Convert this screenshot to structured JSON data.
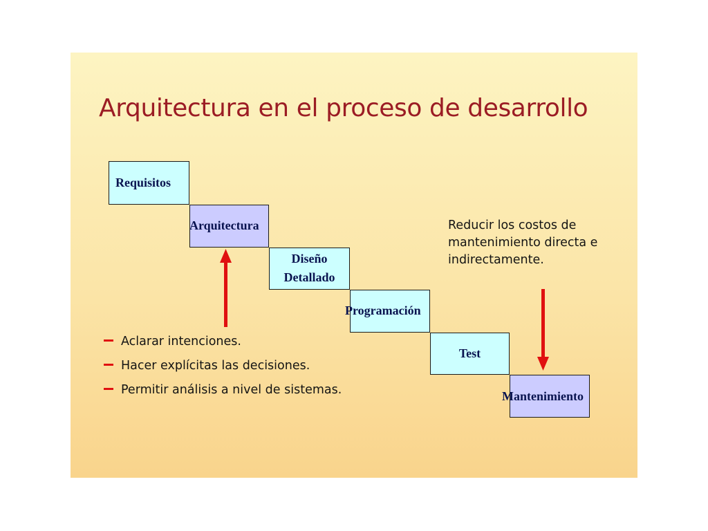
{
  "slide": {
    "title": "Arquitectura en el proceso de desarrollo"
  },
  "stages": [
    {
      "id": "requisitos",
      "label": "Requisitos"
    },
    {
      "id": "arquitectura",
      "label": "Arquitectura"
    },
    {
      "id": "diseno-line1",
      "label": "Diseño"
    },
    {
      "id": "diseno-line2",
      "label": "Detallado"
    },
    {
      "id": "programacion",
      "label": "Programación"
    },
    {
      "id": "test",
      "label": "Test"
    },
    {
      "id": "mantenimiento",
      "label": "Mantenimiento"
    }
  ],
  "note": {
    "lines": [
      "Reducir los costos de",
      "mantenimiento directa e",
      "indirectamente."
    ]
  },
  "bullets": [
    "Aclarar intenciones.",
    "Hacer explícitas las decisiones.",
    "Permitir análisis a nivel de sistemas."
  ],
  "colors": {
    "title": "#9b1c24",
    "arrow": "#e01010",
    "box_cyan": "#ccffff",
    "box_lavender": "#ccccff"
  }
}
